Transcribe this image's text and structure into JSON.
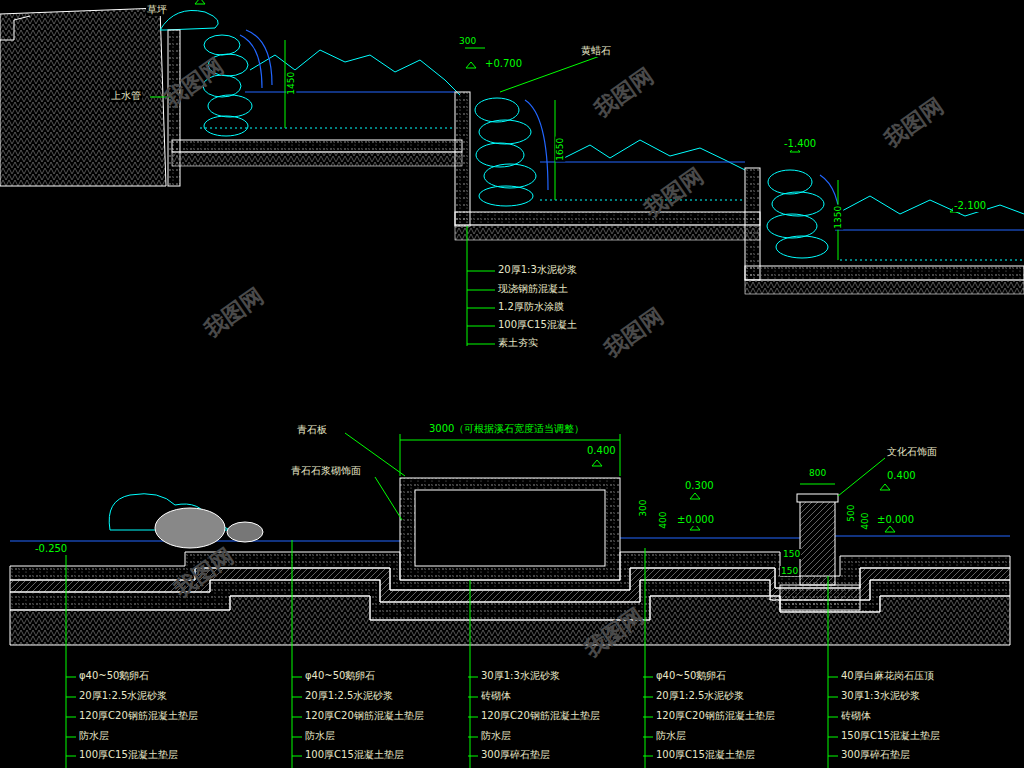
{
  "diagram": {
    "labels": [
      "草坪",
      "上水管",
      "1450",
      "300",
      "+0.700",
      "黄蜡石",
      "1650",
      "-1.400",
      "1350",
      "-2.100",
      "20厚1:3水泥砂浆",
      "现浇钢筋混凝土",
      "1.2厚防水涂膜",
      "100厚C15混凝土",
      "素土夯实",
      "青石板",
      "3000（可根据溪石宽度适当调整）",
      "青石石浆砌饰面",
      "0.400",
      "文化石饰面",
      "800",
      "0.400",
      "0.300",
      "±0.000",
      "±0.000",
      "300",
      "400",
      "500",
      "400",
      "-0.250",
      "150",
      "150",
      "φ40~50鹅卵石",
      "20厚1:2.5水泥砂浆",
      "120厚C20钢筋混凝土垫层",
      "防水层",
      "100厚C15混凝土垫层",
      "φ40~50鹅卵石",
      "20厚1:2.5水泥砂浆",
      "120厚C20钢筋混凝土垫层",
      "防水层",
      "100厚C15混凝土垫层",
      "30厚1:3水泥砂浆",
      "砖砌体",
      "120厚C20钢筋混凝土垫层",
      "防水层",
      "300厚碎石垫层",
      "φ40~50鹅卵石",
      "20厚1:2.5水泥砂浆",
      "120厚C20钢筋混凝土垫层",
      "防水层",
      "100厚C15混凝土垫层",
      "40厚白麻花岗石压顶",
      "30厚1:3水泥砂浆",
      "砖砌体",
      "150厚C15混凝土垫层",
      "300厚碎石垫层",
      "我图网",
      "我图网",
      "我图网",
      "我图网",
      "我图网",
      "我图网",
      "我图网",
      "我图网"
    ]
  }
}
